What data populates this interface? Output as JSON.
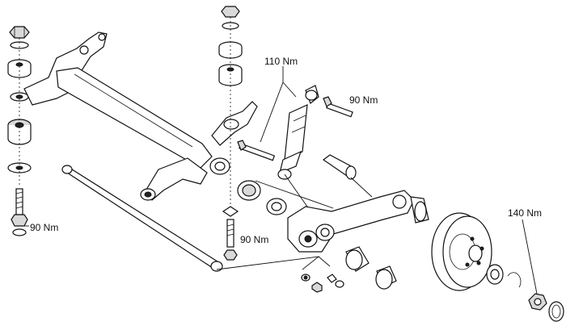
{
  "diagram": {
    "torque_labels": {
      "left_mount_bolt": "90 Nm",
      "shock_lower_bolt": "110 Nm",
      "shock_upper_bolt": "90 Nm",
      "bushing_bolt": "90 Nm",
      "hub_nut": "140 Nm"
    }
  }
}
